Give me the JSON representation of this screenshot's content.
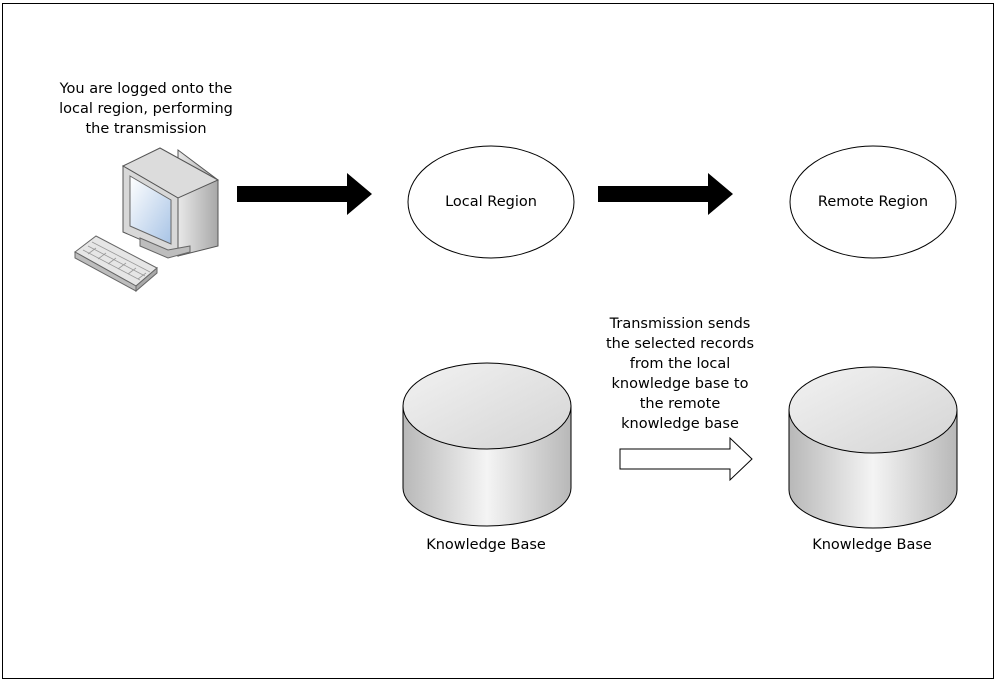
{
  "diagram": {
    "computer_caption": [
      "You are logged onto the",
      "local region, performing",
      "the transmission"
    ],
    "local_region_label": "Local Region",
    "remote_region_label": "Remote Region",
    "transmission_caption": [
      "Transmission sends",
      "the selected records",
      "from the local",
      "knowledge base to",
      "the remote",
      "knowledge base"
    ],
    "local_kb_label": "Knowledge Base",
    "remote_kb_label": "Knowledge Base",
    "icons": {
      "computer": "desktop-computer-icon",
      "keyboard": "keyboard-icon",
      "database": "database-cylinder-icon"
    }
  }
}
